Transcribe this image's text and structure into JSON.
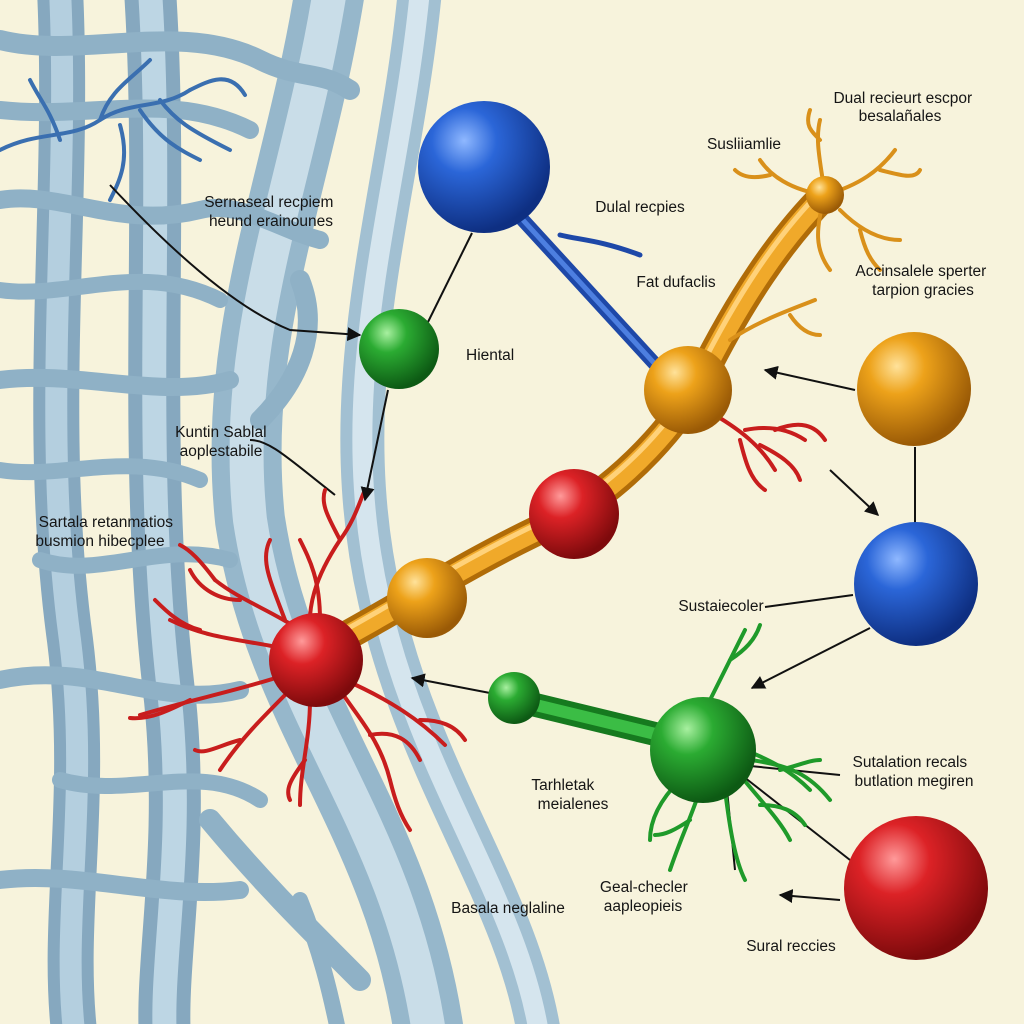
{
  "labels": {
    "dual_receipt": [
      "Dual recieurt escpor",
      "besalañales"
    ],
    "susliamlie": [
      "Susliiamlie"
    ],
    "dual_recpies": [
      "Dulal recpies"
    ],
    "fat_dufaclis": [
      "Fat dufaclis"
    ],
    "accinsalele": [
      "Accinsalele sperter",
      "tarpion gracies"
    ],
    "sernaseal": [
      "Sernaseal recpiem",
      "heund erainounes"
    ],
    "hiental": [
      "Hiental"
    ],
    "kuntin": [
      "Kuntin Sablal",
      "aoplestabile"
    ],
    "sartala": [
      "Sartala retanmatios",
      "busmion hibecplee"
    ],
    "sustaiecoler": [
      "Sustaiecoler"
    ],
    "sutalation": [
      "Sutalation recals",
      "butlation megiren"
    ],
    "tarhletak": [
      "Tarhletak",
      "meialenes"
    ],
    "geal_checler": [
      "Geal-checler",
      "aapleopieis"
    ],
    "basala": [
      "Basala neglaline"
    ],
    "sural": [
      "Sural reccies"
    ]
  },
  "colors": {
    "background": "#f7f3dc",
    "vessel": "#8fb3c9",
    "blue": "#1f57c8",
    "green": "#1f9a2a",
    "orange": "#e39a12",
    "red": "#d41f22"
  }
}
